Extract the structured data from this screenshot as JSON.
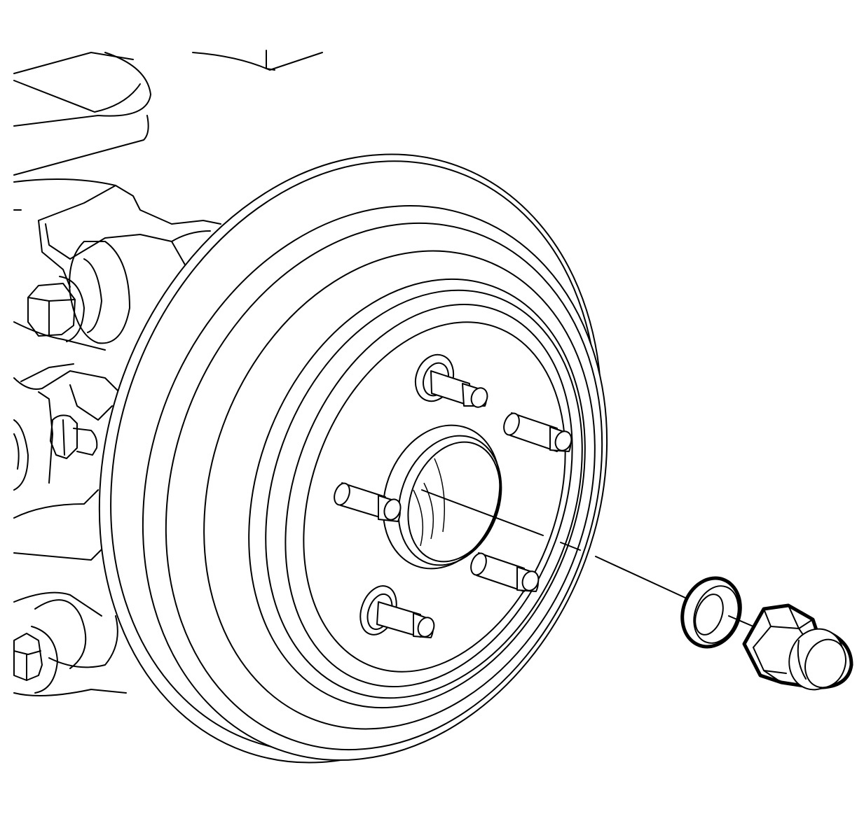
{
  "figure": {
    "description_visible_text": "",
    "parts": {
      "brake_drum": "brake-drum",
      "hub": "wheel-hub",
      "studs": [
        "wheel-stud-1",
        "wheel-stud-2",
        "wheel-stud-3",
        "wheel-stud-4",
        "wheel-stud-5"
      ],
      "washer": "hub-washer",
      "nut": "hub-nut",
      "axis": "installation-axis-line"
    },
    "colors": {
      "line": "#000000",
      "background": "#ffffff"
    }
  }
}
